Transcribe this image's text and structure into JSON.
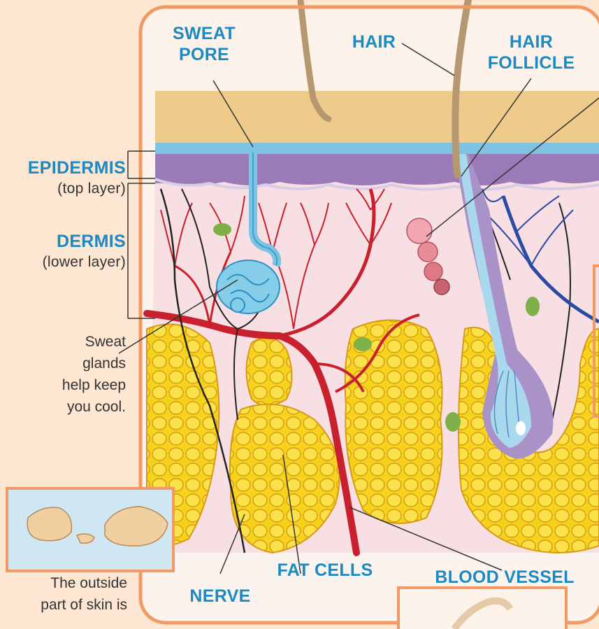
{
  "labels": {
    "sweat_pore": [
      "SWEAT",
      "PORE"
    ],
    "hair": "HAIR",
    "hair_follicle": [
      "HAIR",
      "FOLLICLE"
    ],
    "epidermis": "EPIDERMIS",
    "epidermis_note": "(top layer)",
    "dermis": "DERMIS",
    "dermis_note": "(lower layer)",
    "fat_cells": "FAT CELLS",
    "nerve": "NERVE",
    "blood_vessel": "BLOOD VESSEL"
  },
  "captions": {
    "sweat_glands": [
      "Sweat",
      "glands",
      "help keep",
      "you cool."
    ],
    "outside_skin": [
      "The outside",
      "part of skin is"
    ]
  },
  "colors": {
    "label_blue": "#1b8ac3",
    "frame_orange": "#f29a63",
    "background": "#fde6d2",
    "fat_yellow": "#f6d21c",
    "vessel_red": "#c8202c",
    "epidermis_purple": "#9b7ab8",
    "surface_tan": "#eecb8a"
  }
}
